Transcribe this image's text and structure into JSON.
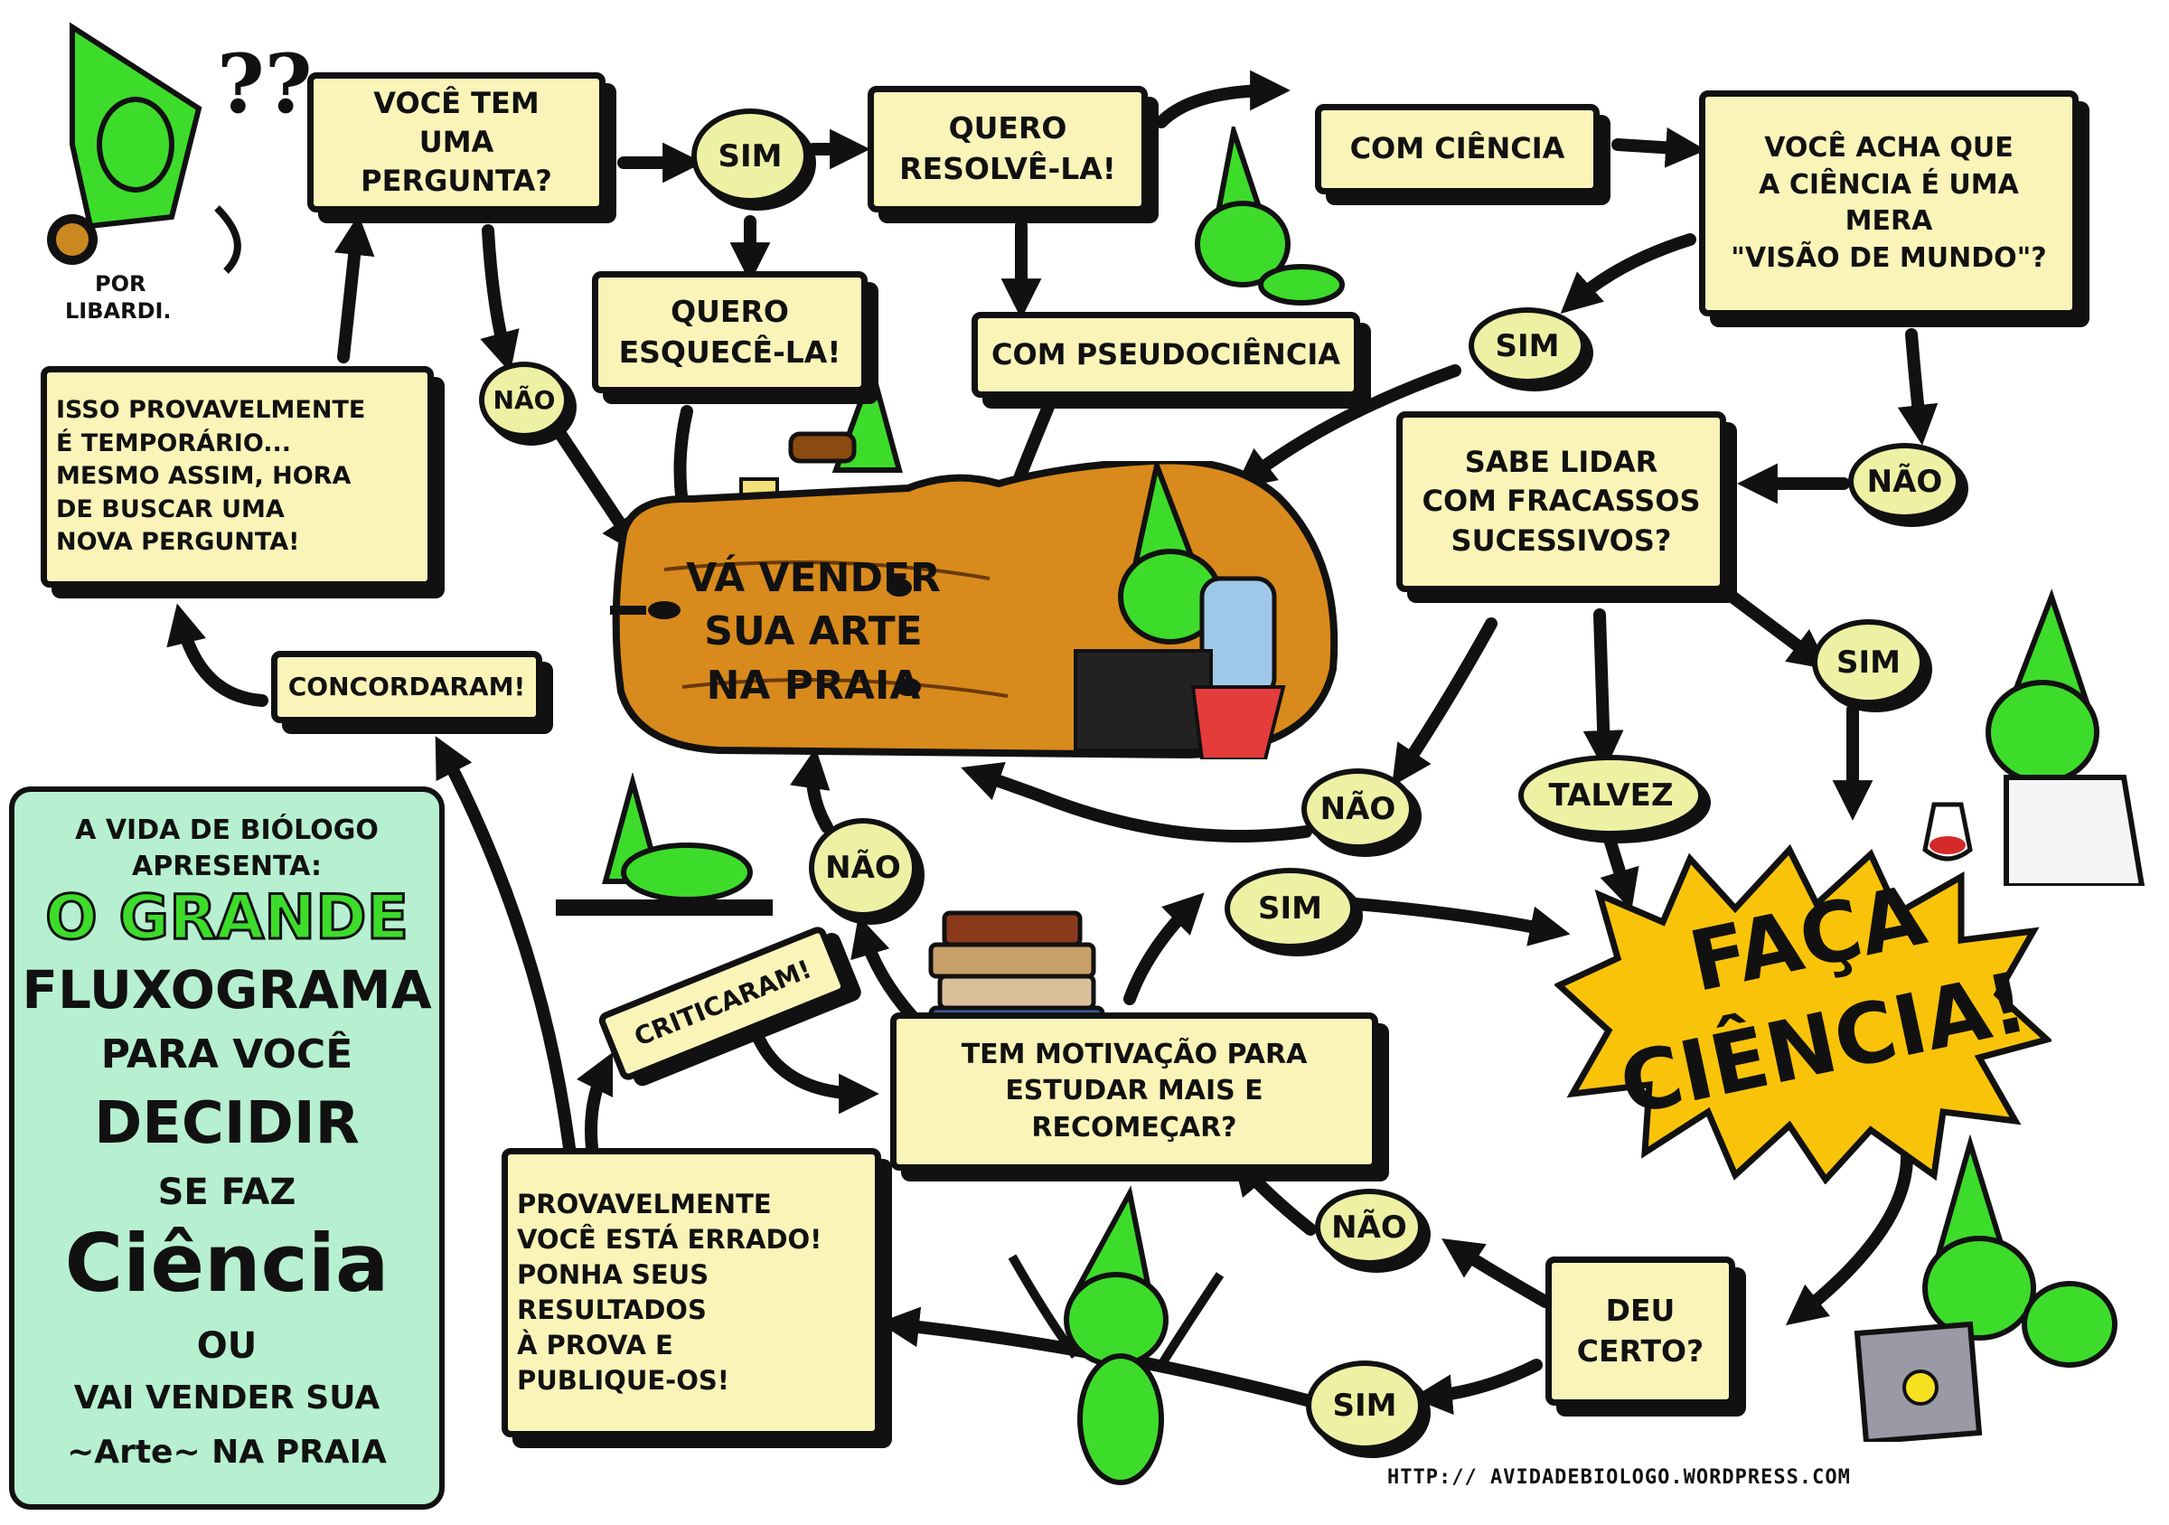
{
  "colors": {
    "box_fill": "#fbf4b9",
    "circle_fill": "#eef0a4",
    "lizard_green": "#3ddc2b",
    "plank_wood": "#d88a1c",
    "burst_yellow": "#f9c30a",
    "title_panel": "#b6f0d0",
    "outline": "#111111"
  },
  "credit": {
    "line1": "POR",
    "line2": "LIBARDI.",
    "question_marks": "??"
  },
  "nodes": {
    "pergunta": "VOCÊ TEM\nUMA PERGUNTA?",
    "resolver": "QUERO\nRESOLVÊ-LA!",
    "esquecer": "QUERO\nESQUECÊ-LA!",
    "com_ciencia": "COM CIÊNCIA",
    "com_pseudociencia": "COM PSEUDOCIÊNCIA",
    "visao_de_mundo": "VOCÊ ACHA QUE\nA CIÊNCIA É UMA\nMERA\n\"VISÃO DE MUNDO\"?",
    "temporario": "ISSO PROVAVELMENTE\nÉ TEMPORÁRIO...\nMESMO ASSIM, HORA\nDE BUSCAR UMA\nNOVA PERGUNTA!",
    "fracassos": "SABE LIDAR\nCOM FRACASSOS\nSUCESSIVOS?",
    "concordaram": "CONCORDARAM!",
    "criticaram": "CRITICARAM!",
    "motivacao": "TEM MOTIVAÇÃO PARA\nESTUDAR MAIS E\nRECOMEÇAR?",
    "errado": "PROVAVELMENTE\nVOCÊ ESTÁ ERRADO!\nPONHA SEUS RESULTADOS\nÀ PROVA E\nPUBLIQUE-OS!",
    "deu_certo": "DEU\nCERTO?",
    "vender_arte": "VÁ VENDER\nSUA ARTE\nNA PRAIA",
    "faca_ciencia_1": "FAÇA",
    "faca_ciencia_2": "CIÊNCIA!"
  },
  "answers": {
    "sim_1": "SIM",
    "nao_1": "NÃO",
    "sim_2": "SIM",
    "nao_2": "NÃO",
    "sim_3": "SIM",
    "nao_3": "NÃO",
    "talvez": "TALVEZ",
    "nao_4": "NÃO",
    "sim_4": "SIM",
    "nao_5": "NÃO",
    "sim_5": "SIM"
  },
  "title_panel": {
    "line1": "A VIDA DE BIÓLOGO",
    "line2": "APRESENTA:",
    "line3": "O GRANDE",
    "line4": "FLUXOGRAMA",
    "line5": "PARA VOCÊ",
    "line6": "DECIDIR",
    "line7": "SE FAZ",
    "line8": "Ciência",
    "line9": "OU",
    "line10": "VAI VENDER SUA",
    "line11": "~Arte~ NA PRAIA"
  },
  "url": "HTTP:// AVIDADEBIOLOGO.WORDPRESS.COM"
}
